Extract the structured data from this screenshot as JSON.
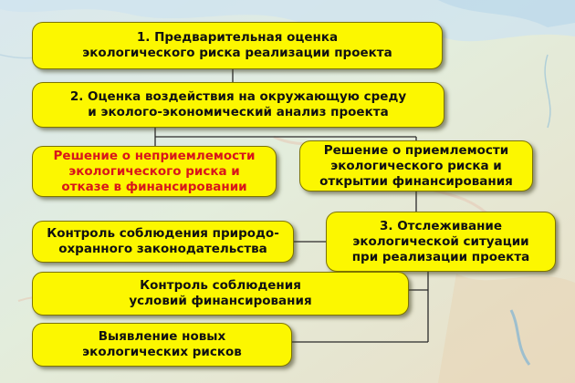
{
  "colors": {
    "box_fill": "#fcf700",
    "box_border": "#7d7400",
    "red_text": "#d8161b",
    "line": "#2a2a2a"
  },
  "steps": {
    "step1": "1. Предварительная оценка\nэкологического риска реализации проекта",
    "step2": "2. Оценка воздействия на окружающую среду\nи эколого-экономический анализ проекта",
    "reject": "Решение о неприемлемости\nэкологического риска и\nотказе в финансировании",
    "accept": "Решение о приемлемости\nэкологического риска и\nоткрытии финансирования",
    "step3": "3. Отслеживание\nэкологической ситуации\nпри реализации проекта",
    "control_law": "Контроль соблюдения природо-\nохранного законодательства",
    "control_fin": "Контроль соблюдения\nусловий финансирования",
    "new_risks": "Выявление новых\nэкологических рисков"
  }
}
